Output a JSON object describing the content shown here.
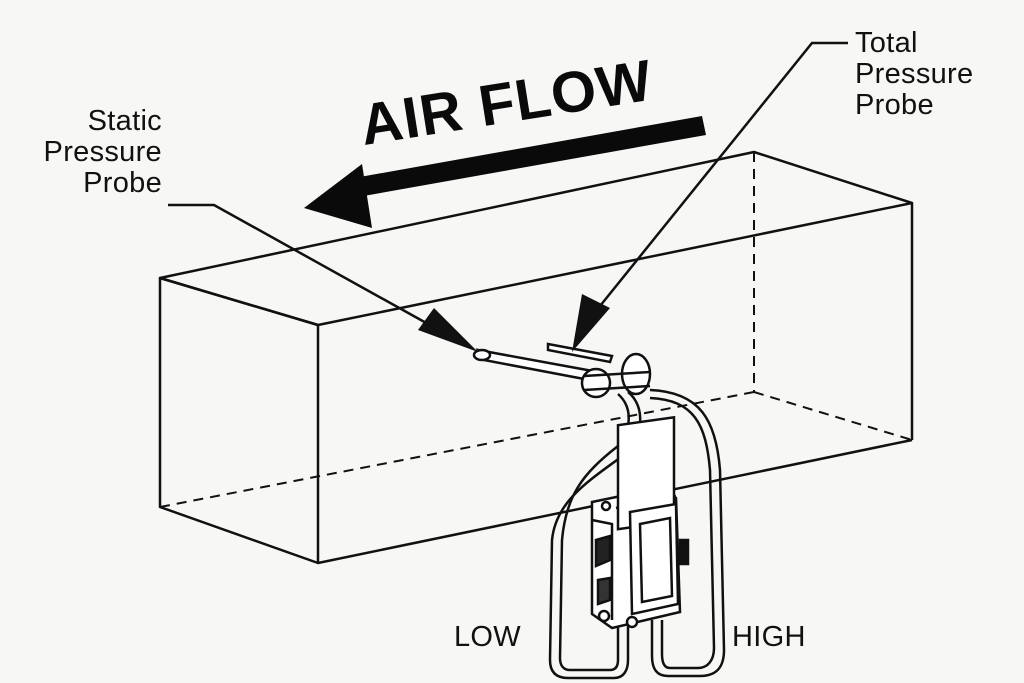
{
  "labels": {
    "airflow": "AIR FLOW",
    "static_probe": [
      "Static",
      "Pressure",
      "Probe"
    ],
    "total_probe": [
      "Total",
      "Pressure",
      "Probe"
    ],
    "low": "LOW",
    "high": "HIGH"
  },
  "colors": {
    "ink": "#111111",
    "background": "#f7f7f5"
  }
}
